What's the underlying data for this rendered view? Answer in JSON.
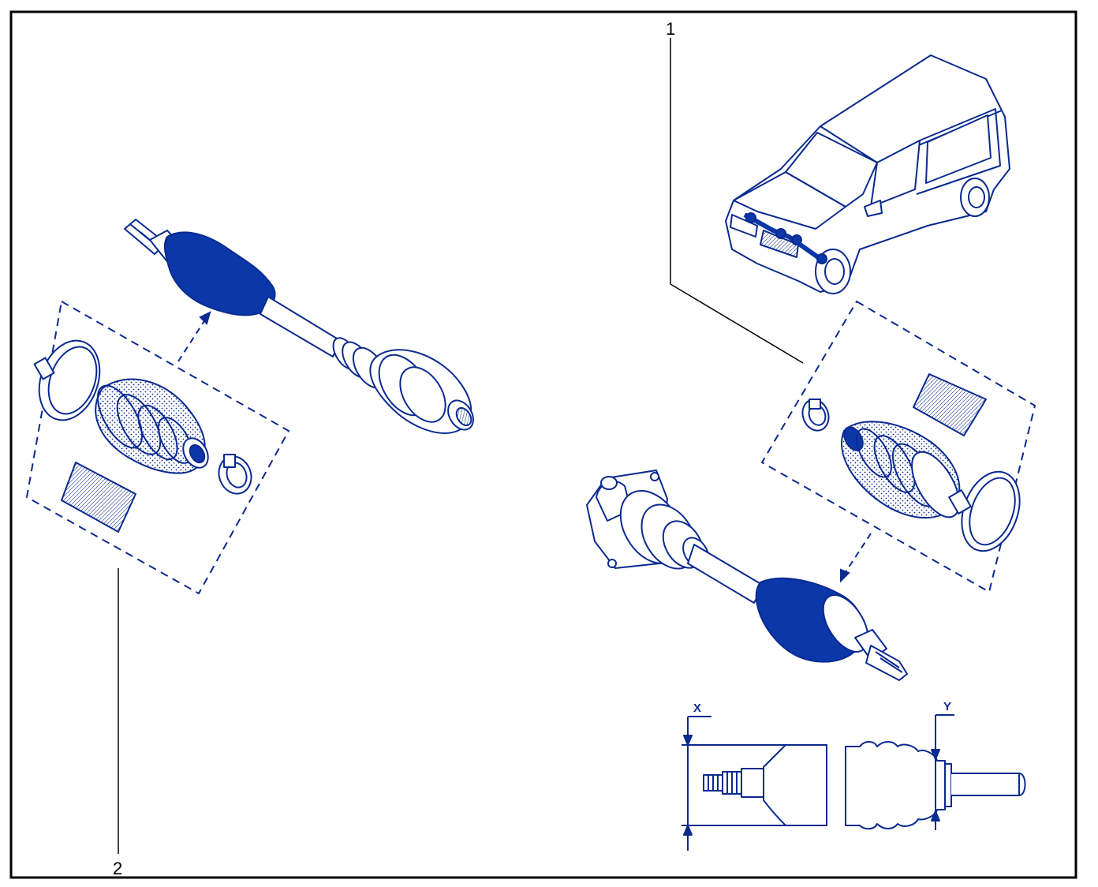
{
  "callouts": {
    "one": "1",
    "two": "2"
  },
  "dimension_labels": {
    "x": "X",
    "y": "Y"
  },
  "colors": {
    "ink": "#0a2a8f",
    "fill": "#0b37a8",
    "frame": "#000000",
    "background": "#ffffff"
  }
}
